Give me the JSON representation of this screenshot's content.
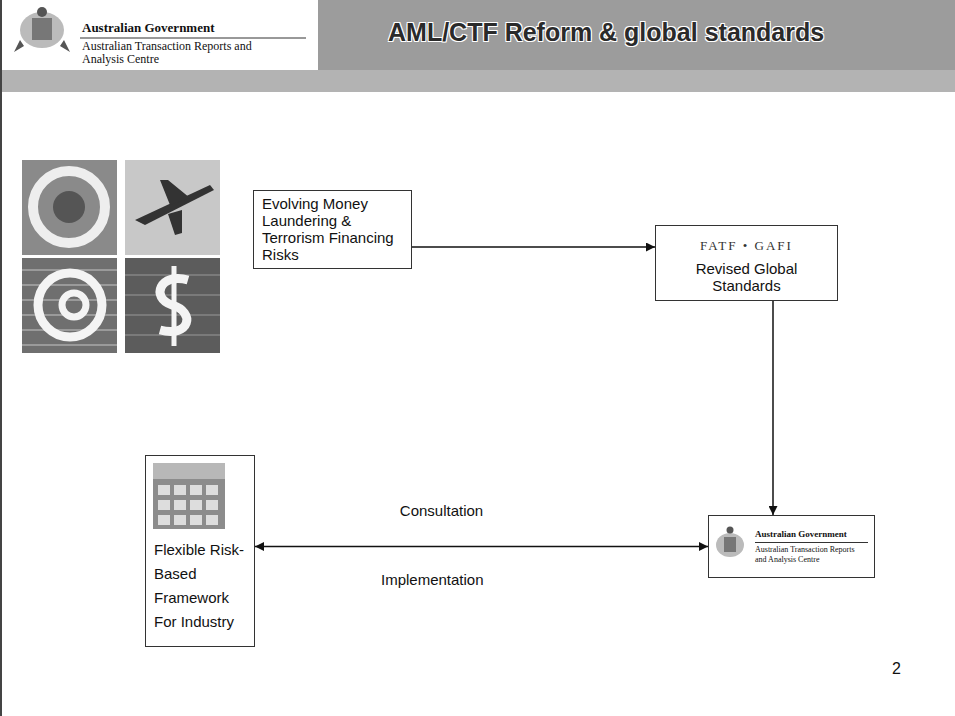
{
  "diagram": {
    "title": "AML/CTF Reform & global standards",
    "nodes": [
      {
        "text": [
          "Evolving Money Laundering & Terrorism Financing Risks"
        ]
      },
      {
        "text": [
          "FATF • GAFI",
          "Revised Global Standards"
        ]
      },
      {
        "text": [
          "Australian Government",
          "Australian Transaction Reports and Analysis Centre"
        ]
      },
      {
        "text": [
          "Flexible Risk-Based Framework For Industry"
        ]
      }
    ],
    "edges": [
      {
        "from": 0,
        "to": 1,
        "arrow": "to"
      },
      {
        "from": 1,
        "to": 2,
        "arrow": "to"
      },
      {
        "from": 2,
        "to": 3,
        "label": "Consultation",
        "arrow": "both"
      }
    ],
    "labels": [
      "Australian Government",
      "Australian Transaction Reports and Analysis Centre",
      "Implementation",
      "2"
    ]
  }
}
